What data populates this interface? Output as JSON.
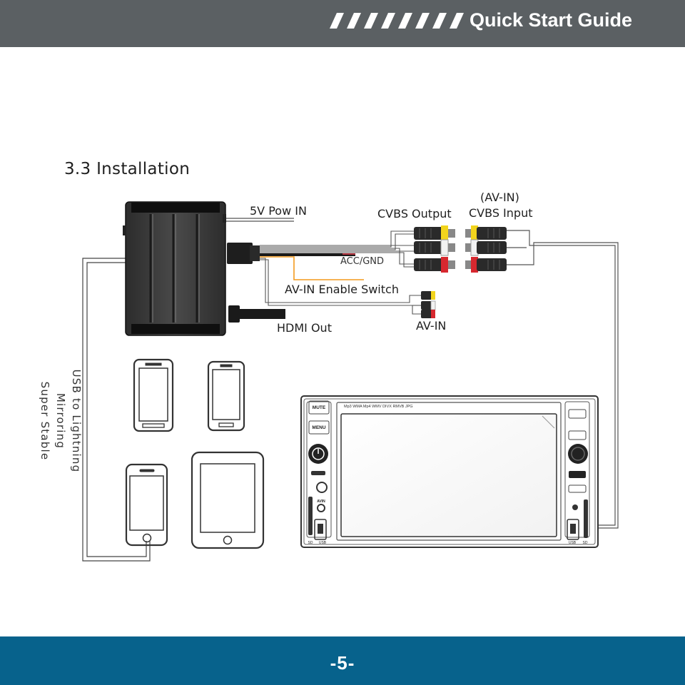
{
  "header": {
    "title": "Quick Start Guide",
    "background_color": "#5b6063"
  },
  "section": {
    "title": "3.3 Installation"
  },
  "labels": {
    "pow_in": "5V Pow IN",
    "cvbs_output": "CVBS Output",
    "av_in_paren": "(AV-IN)",
    "cvbs_input": "CVBS Input",
    "acc_gnd": "ACC/GND",
    "av_in_switch": "AV-IN Enable Switch",
    "hdmi_out": "HDMI Out",
    "av_in": "AV-IN",
    "usb_line1": "USB to Lightning Mirroring",
    "usb_line2": "Super Stable"
  },
  "head_unit": {
    "mute": "MUTE",
    "menu": "MENU",
    "formats": "Mp3 WMA Mp4 WMV DIVX RMVB JPG",
    "avin": "AVIN",
    "sd_left": "SD",
    "usb_left": "USB",
    "usb_right": "USB",
    "sd_right": "SD"
  },
  "connector_colors": {
    "yellow": "#f2d41c",
    "white": "#f2f2f2",
    "red": "#d7282f",
    "acc_wire": "#f39a1e",
    "acc_wire_red": "#e53a4a"
  },
  "footer": {
    "page_number": "-5-",
    "background_color": "#07628c"
  }
}
